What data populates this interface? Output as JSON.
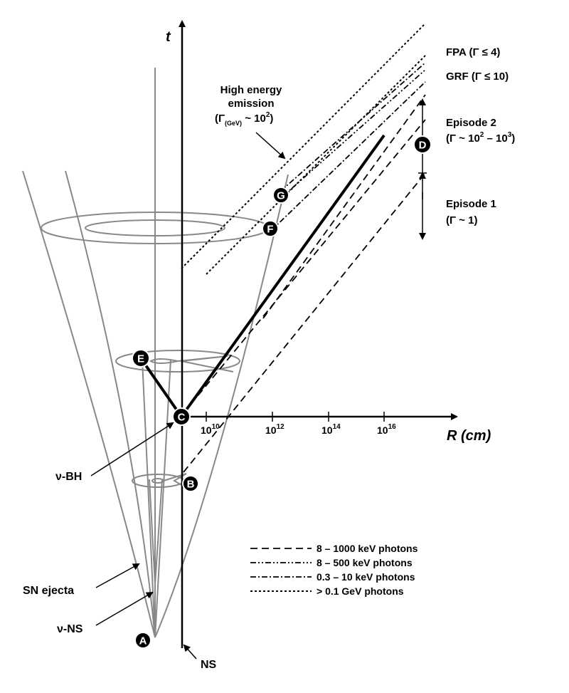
{
  "axes": {
    "time_label": "t",
    "radius_label": "R (cm)",
    "ticks": [
      {
        "base": "10",
        "exp": "10"
      },
      {
        "base": "10",
        "exp": "12"
      },
      {
        "base": "10",
        "exp": "14"
      },
      {
        "base": "10",
        "exp": "16"
      }
    ]
  },
  "nodes": {
    "A": "A",
    "B": "B",
    "C": "C",
    "D": "D",
    "E": "E",
    "F": "F",
    "G": "G"
  },
  "labels": {
    "fpa": "FPA (Γ ≤ 4)",
    "grf": "GRF (Γ ≤ 10)",
    "high_energy_line1": "High energy",
    "high_energy_line2": "emission",
    "high_energy_gamma_open": "(Γ",
    "high_energy_gamma_sub": "(GeV)",
    "high_energy_gamma_mid": " ~ 10",
    "high_energy_gamma_sup": "2",
    "high_energy_gamma_close": ")",
    "episode2_title": "Episode 2",
    "episode2_gamma_a": "(Γ ~ 10",
    "episode2_gamma_sup1": "2",
    "episode2_gamma_b": " – 10",
    "episode2_gamma_sup2": "3",
    "episode2_gamma_c": ")",
    "episode1_title": "Episode 1",
    "episode1_gamma": "(Γ ~ 1)",
    "nu_bh": "ν-BH",
    "sn_ejecta": "SN ejecta",
    "nu_ns": "ν-NS",
    "ns": "NS"
  },
  "legend": [
    {
      "label": "8 – 1000 keV photons",
      "style": "dashed"
    },
    {
      "label": "8 – 500 keV photons",
      "style": "dash-dot-dot"
    },
    {
      "label": "0.3 – 10 keV photons",
      "style": "dash-dot"
    },
    {
      "label": "> 0.1 GeV photons",
      "style": "dotted"
    }
  ]
}
